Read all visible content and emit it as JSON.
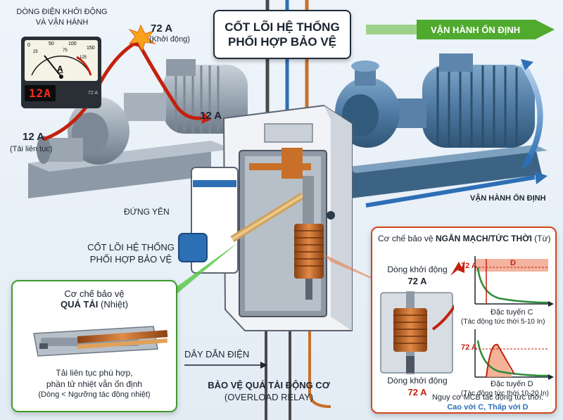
{
  "title": {
    "line1": "CỐT LÕI HỆ THỐNG",
    "line2": "PHỐI HỢP BẢO VỆ"
  },
  "left_pump": {
    "meter_title_line1": "DÒNG ĐIỆN KHỞI ĐỘNG",
    "meter_title_line2": "VÀ VẬN HÀNH",
    "meter_unit": "A",
    "meter_reading": "12A",
    "scale_labels": [
      "0",
      "50",
      "100",
      "150",
      "25",
      "75",
      "125"
    ],
    "meter_corner_label": "72 A",
    "start_current": "72 A",
    "start_label": "(Khởi động)",
    "running_current": "12 A",
    "base_current": "12 A",
    "base_label": "(Tải liên tục)",
    "state_label": "ĐỨNG YÊN"
  },
  "right_pump": {
    "banner": "VẬN HÀNH ỔN ĐỊNH",
    "bottom_label": "VẬN HÀNH ỔN ĐỊNH"
  },
  "mcb_caption": {
    "line1": "CỐT LÕI HỆ THỐNG",
    "line2": "PHỐI HỢP BẢO VỆ"
  },
  "wire_label": "DÂY DẪN ĐIỆN",
  "overload": {
    "line1": "BẢO VỆ QUÁ TẢI ĐỘNG CƠ",
    "line2": "(OVERLOAD RELAY)"
  },
  "thermal": {
    "title_line1": "Cơ chế bảo vệ",
    "title_bold": "QUÁ TẢI",
    "title_suffix": "(Nhiệt)",
    "desc_line1": "Tải liên tục phù hợp,",
    "desc_line2": "phần tử nhiệt vẫn ổn định",
    "desc_line3": "(Dòng < Ngưỡng tác động nhiệt)"
  },
  "magnetic": {
    "title_prefix": "Cơ chế bảo vệ",
    "title_bold": "NGẮN MẠCH/TỨC THỜI",
    "title_suffix": "(Từ)",
    "start_label_top": "Dòng khởi động",
    "start_value_top": "72 A",
    "start_label_bottom": "Dòng khởi động",
    "start_value_bottom": "72 A",
    "chart_c_marker": "72 A",
    "chart_c_zone": "D",
    "chart_c_name": "Đặc tuyến C",
    "chart_c_desc": "(Tác động tức thời 5-10 In)",
    "chart_d_marker": "72 A",
    "chart_d_name": "Đặc tuyến D",
    "chart_d_desc": "(Tác động tức thời 10-20 In)",
    "risk_line1": "Nguy cơ MCB tác động tức thời:",
    "risk_line2": "Cao với C, Thấp với D"
  },
  "colors": {
    "accent_red": "#d23a1a",
    "accent_green": "#4faa2e",
    "accent_blue": "#2d6fb5",
    "copper": "#c8702a"
  }
}
